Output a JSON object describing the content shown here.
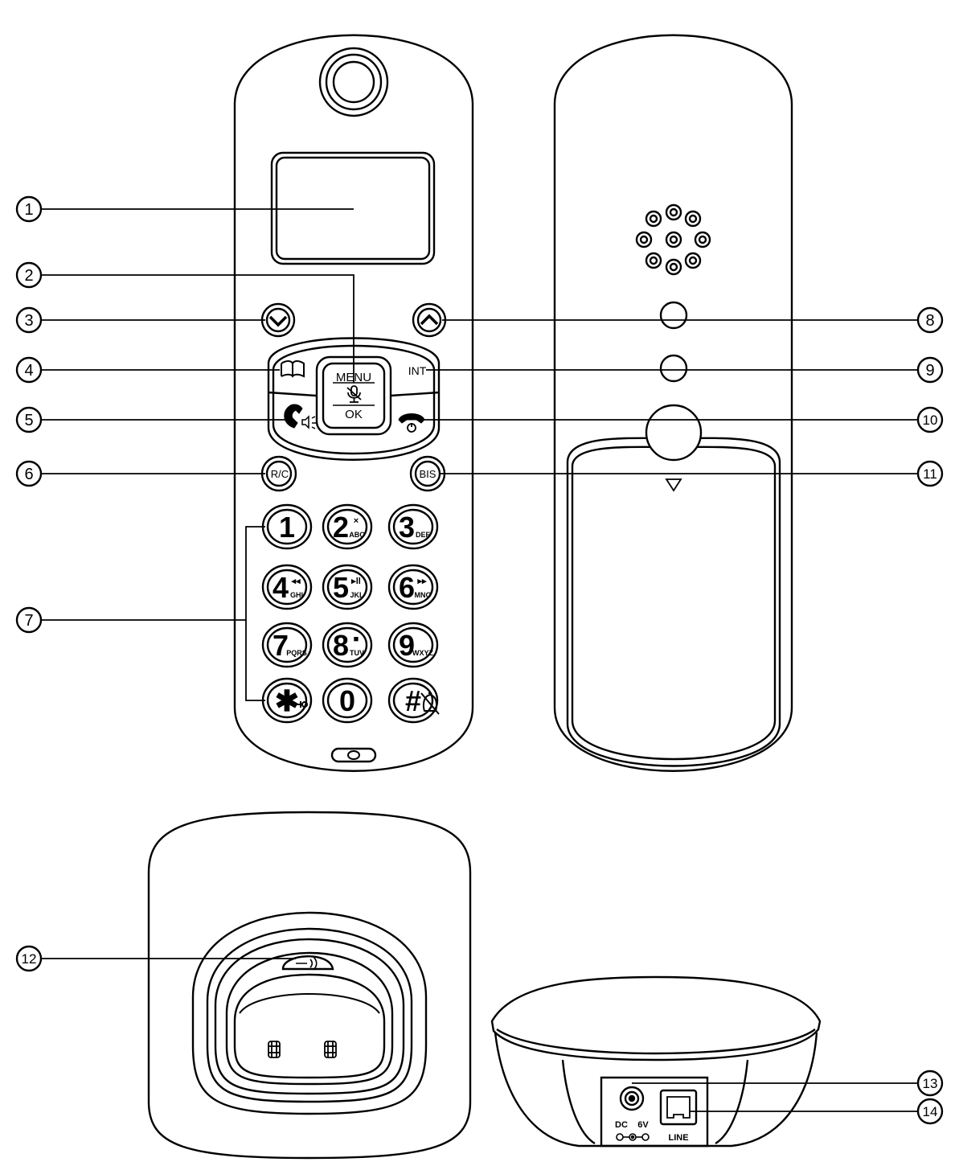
{
  "callouts": [
    {
      "id": "1",
      "text": "1"
    },
    {
      "id": "2",
      "text": "2"
    },
    {
      "id": "3",
      "text": "3"
    },
    {
      "id": "4",
      "text": "4"
    },
    {
      "id": "5",
      "text": "5"
    },
    {
      "id": "6",
      "text": "6"
    },
    {
      "id": "7",
      "text": "7"
    },
    {
      "id": "8",
      "text": "8"
    },
    {
      "id": "9",
      "text": "9"
    },
    {
      "id": "10",
      "text": "10"
    },
    {
      "id": "11",
      "text": "11"
    },
    {
      "id": "12",
      "text": "12"
    },
    {
      "id": "13",
      "text": "13"
    },
    {
      "id": "14",
      "text": "14"
    }
  ],
  "buttons": {
    "menu": "MENU",
    "ok": "OK",
    "int": "INT",
    "rc": "R/C",
    "bis": "BIS"
  },
  "keypad": [
    {
      "main": "1",
      "sub": ""
    },
    {
      "main": "2",
      "sub": "ABC",
      "top": "×"
    },
    {
      "main": "3",
      "sub": "DEF"
    },
    {
      "main": "4",
      "sub": "GHI",
      "top": "◂◂"
    },
    {
      "main": "5",
      "sub": "JKL",
      "top": "▸ll"
    },
    {
      "main": "6",
      "sub": "MNO",
      "top": "▸▸"
    },
    {
      "main": "7",
      "sub": "PQRS"
    },
    {
      "main": "8",
      "sub": "TUV",
      "top": "■"
    },
    {
      "main": "9",
      "sub": "WXYZ"
    },
    {
      "main": "✱",
      "sub": ""
    },
    {
      "main": "0",
      "sub": ""
    },
    {
      "main": "#",
      "sub": ""
    }
  ],
  "base_rear": {
    "dc": "DC",
    "volt": "6V",
    "line": "LINE"
  }
}
